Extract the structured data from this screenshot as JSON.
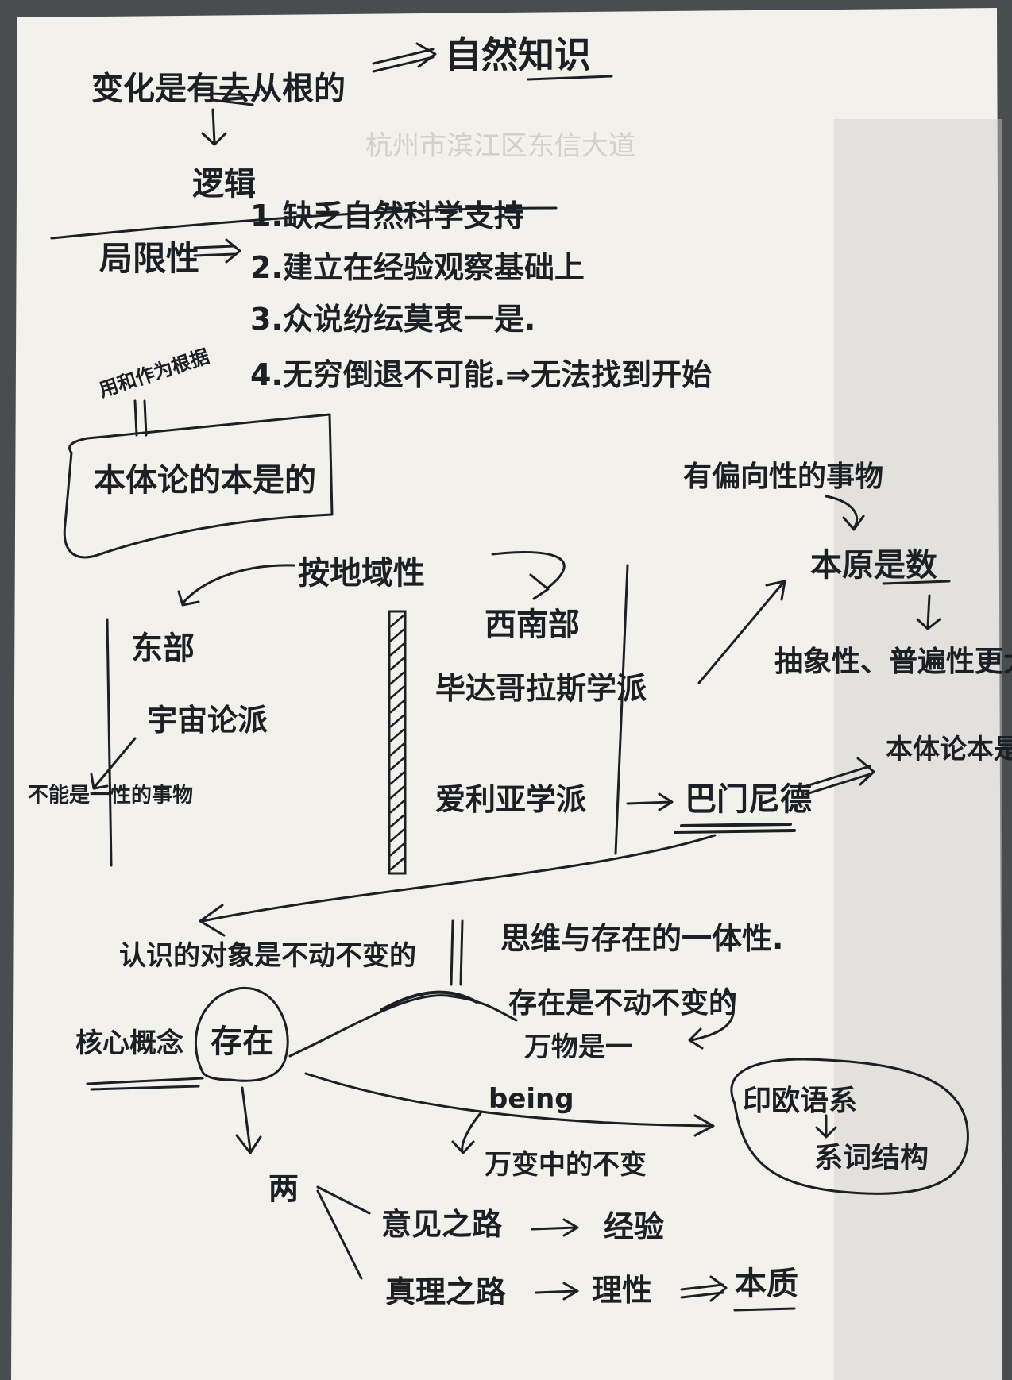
{
  "photo": {
    "paper_color": "#f2f1ec",
    "shadow_color": "#cfcfcb",
    "background_color": "#4a4d4f",
    "ink_color": "#1c1f24",
    "bleed_text": "杭州市滨江区东信大道"
  },
  "notes": {
    "title_left": "变化是有去从根的",
    "title_right": "自然知识",
    "logic": "逻辑",
    "limits_label": "局限性",
    "list": [
      "1.缺乏自然科学支持",
      "2.建立在经验观察基础上",
      "3.众说纷纭莫衷一是.",
      "4.无穷倒退不可能.⇒无法找到开始"
    ],
    "side_note": "用和作为根据",
    "boxed": "本体论的本是的",
    "locality": "按地域性",
    "east": "东部",
    "ionian": "宇宙论派",
    "east_note": "不能是一性的事物",
    "west": "西南部",
    "pythagoras": "毕达哥拉斯学派",
    "eleatic": "爱利亚学派",
    "parmenides": "巴门尼德",
    "essence_number": "本原是数",
    "abstract": "抽象性、普遍性更大",
    "partial_things": "有偏向性的事物",
    "ontology_right": "本体论本是的",
    "cognition": "认识的对象是不动不变的",
    "thinking_being": "思维与存在的一体性.",
    "being_static": "存在是不动不变的",
    "all_things": "万物是一",
    "core_concept": "核心概念",
    "being_cn": "存在",
    "being_en": "being",
    "indo_european": "印欧语系",
    "word_structure": "系词结构",
    "constant": "万变中的不变",
    "paths": "两",
    "path_opinion": "意见之路",
    "path_truth": "真理之路",
    "experience": "经验",
    "reason": "理性",
    "essence": "本质"
  }
}
